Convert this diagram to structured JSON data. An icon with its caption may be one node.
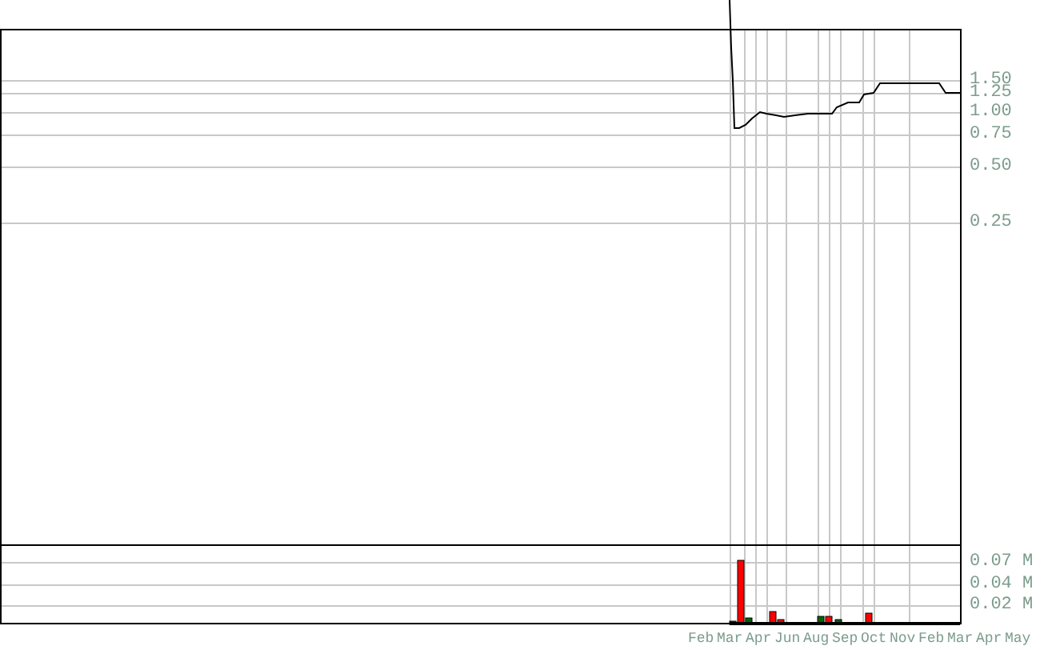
{
  "diagram": {
    "labels": [
      "1.50",
      "1.25",
      "1.00",
      "0.75",
      "0.50",
      "0.25",
      "0.07 M",
      "0.04 M",
      "0.02 M",
      "Feb",
      "Mar",
      "Apr",
      "Jun",
      "Aug",
      "Sep",
      "Oct",
      "Nov",
      "Feb",
      "Mar",
      "Apr",
      "May"
    ]
  }
}
